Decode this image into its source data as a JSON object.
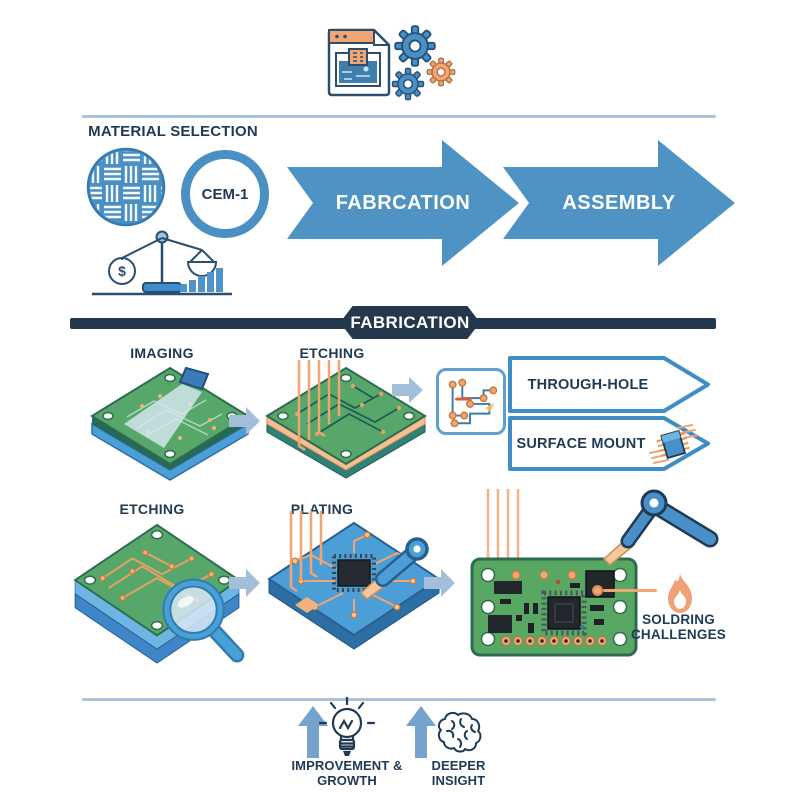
{
  "palette": {
    "navy": "#1F3A54",
    "arrow_blue": "#4E93C4",
    "banner_navy": "#24384D",
    "divider_blue": "#A9C4DA",
    "outline_blue": "#3E8EC6",
    "orange": "#F0A573",
    "pcb_green": "#58A763",
    "pcb_blue": "#4C9FD6"
  },
  "header": {
    "icon": "document-with-gears-icon"
  },
  "material": {
    "title": "MATERIAL SELECTION",
    "swatches": [
      {
        "icon": "fiberglass-weave-icon",
        "label": ""
      },
      {
        "icon": "cem1-ring-icon",
        "label": "CEM-1"
      }
    ],
    "scale": {
      "icon": "cost-benefit-scale-icon",
      "dollar": "$"
    }
  },
  "flow": {
    "arrows": [
      {
        "label": "FABRCATION"
      },
      {
        "label": "ASSEMBLY"
      }
    ]
  },
  "banner": {
    "label": "FABRICATION"
  },
  "steps": [
    {
      "label": "IMAGING",
      "icon": "pcb-imaging-icon"
    },
    {
      "label": "ETCHING",
      "icon": "pcb-etching-copper-icon"
    },
    {
      "label": "ETCHING",
      "icon": "pcb-etching-inspect-icon"
    },
    {
      "label": "PLATING",
      "icon": "pcb-plating-icon"
    }
  ],
  "schematic": {
    "icon": "circuit-schematic-icon"
  },
  "assembly_options": [
    {
      "label": "THROUGH-HOLE",
      "icon": ""
    },
    {
      "label": "SURFACE MOUNT",
      "icon": "smd-chip-icon"
    }
  ],
  "assembly_board": {
    "icon": "assembled-pcb-robotic-arm-icon"
  },
  "callout": {
    "icon": "flame-icon",
    "line1": "SOLDRING",
    "line2": "CHALLENGES"
  },
  "footer": {
    "items": [
      {
        "icons": [
          "up-arrow-icon",
          "lightbulb-icon"
        ],
        "label": "IMPROVEMENT & GROWTH"
      },
      {
        "icons": [
          "up-arrow-icon",
          "brain-icon"
        ],
        "label": "DEEPER INSIGHT"
      }
    ]
  }
}
